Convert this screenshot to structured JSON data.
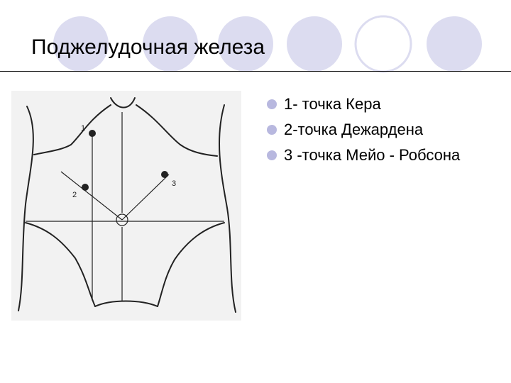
{
  "slide": {
    "title": "Поджелудочная железа",
    "figure": {
      "point_labels": [
        "1",
        "2",
        "3"
      ]
    },
    "bullets": [
      "1- точка Кера",
      "2-точка Дежардена",
      "3 -точка Мейо - Робсона"
    ]
  },
  "colors": {
    "circle_fill": "#dcdcf0",
    "circle_outline": "#dcdcf0",
    "bullet": "#b8b8df",
    "text": "#000000"
  }
}
